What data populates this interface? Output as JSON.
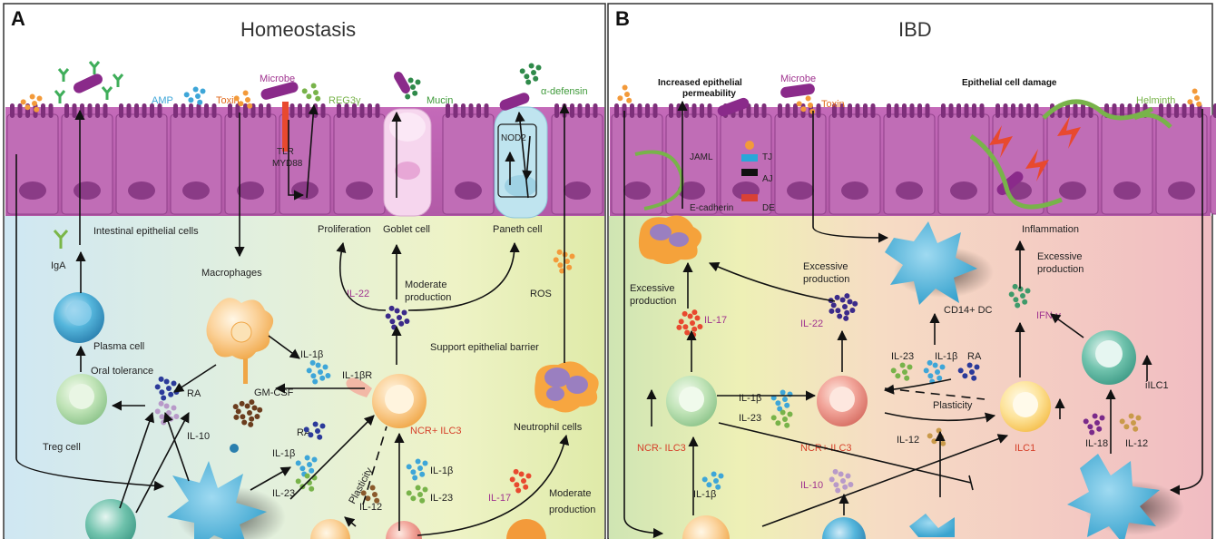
{
  "panels": {
    "a": {
      "letter": "A",
      "title": "Homeostasis"
    },
    "b": {
      "letter": "B",
      "title": "IBD"
    }
  },
  "a_labels": {
    "amp": "AMP",
    "toxin": "Toxin",
    "microbe": "Microbe",
    "reg3": "REG3γ",
    "mucin": "Mucin",
    "defensin": "α-defensin",
    "tlr": "TLR",
    "myd88": "MYD88",
    "nod2": "NOD2",
    "iec": "Intestinal epithelial cells",
    "iga": "IgA",
    "macrophages": "Macrophages",
    "proliferation": "Proliferation",
    "goblet": "Goblet cell",
    "paneth": "Paneth cell",
    "il22": "IL-22",
    "moderate1": "Moderate",
    "moderate2": "production",
    "ros": "ROS",
    "support": "Support epithelial barrier",
    "plasma": "Plasma cell",
    "oral_tol": "Oral tolerance",
    "ra1": "RA",
    "il10": "IL-10",
    "treg": "Treg cell",
    "il1b": "IL-1β",
    "il1br": "IL-1βR",
    "gmcsf": "GM-CSF",
    "ncr_ilc3": "NCR+ ILC3",
    "ra2": "RA",
    "il1b_2": "IL-1β",
    "il23": "IL-23",
    "plasticity": "Plasticity",
    "il12": "IL-12",
    "il1b_3": "IL-1β",
    "il23_2": "IL-23",
    "il17": "IL-17",
    "neutrophil": "Neutrophil cells",
    "moderate3": "Moderate",
    "moderate4": "production"
  },
  "b_labels": {
    "increased1": "Increased epithelial",
    "increased2": "permeability",
    "microbe": "Microbe",
    "toxin": "Toxin",
    "damage": "Epithelial cell damage",
    "helminth": "Helminth",
    "jaml": "JAML",
    "tj": "TJ",
    "aj": "AJ",
    "de": "DE",
    "ecadherin": "E-cadherin",
    "inflammation": "Inflammation",
    "excessive1a": "Excessive",
    "excessive1b": "production",
    "il17": "IL-17",
    "excessive2a": "Excessive",
    "excessive2b": "production",
    "il22": "IL-22",
    "cd14": "CD14+ DC",
    "excessive3a": "Excessive",
    "excessive3b": "production",
    "ifng": "IFN-γ",
    "il23": "IL-23",
    "il1b": "IL-1β",
    "ra": "RA",
    "plasticity": "Plasticity",
    "il1b_2": "IL-1β",
    "il23_2": "IL-23",
    "ncrminus": "NCR- ILC3",
    "ncrplus": "NCR+ ILC3",
    "il12": "IL-12",
    "ilc1": "ILC1",
    "iilc1": "iILC1",
    "il18": "IL-18",
    "il12_2": "IL-12",
    "il10": "IL-10",
    "il1b_3": "IL-1β"
  },
  "colors": {
    "epithelium": "#b35aa8",
    "nucleus": "#8a3b86",
    "left_bg": "#cfe7f1",
    "mid_bg": "#ecf2c0",
    "right_bg": "#f2c6c8"
  }
}
